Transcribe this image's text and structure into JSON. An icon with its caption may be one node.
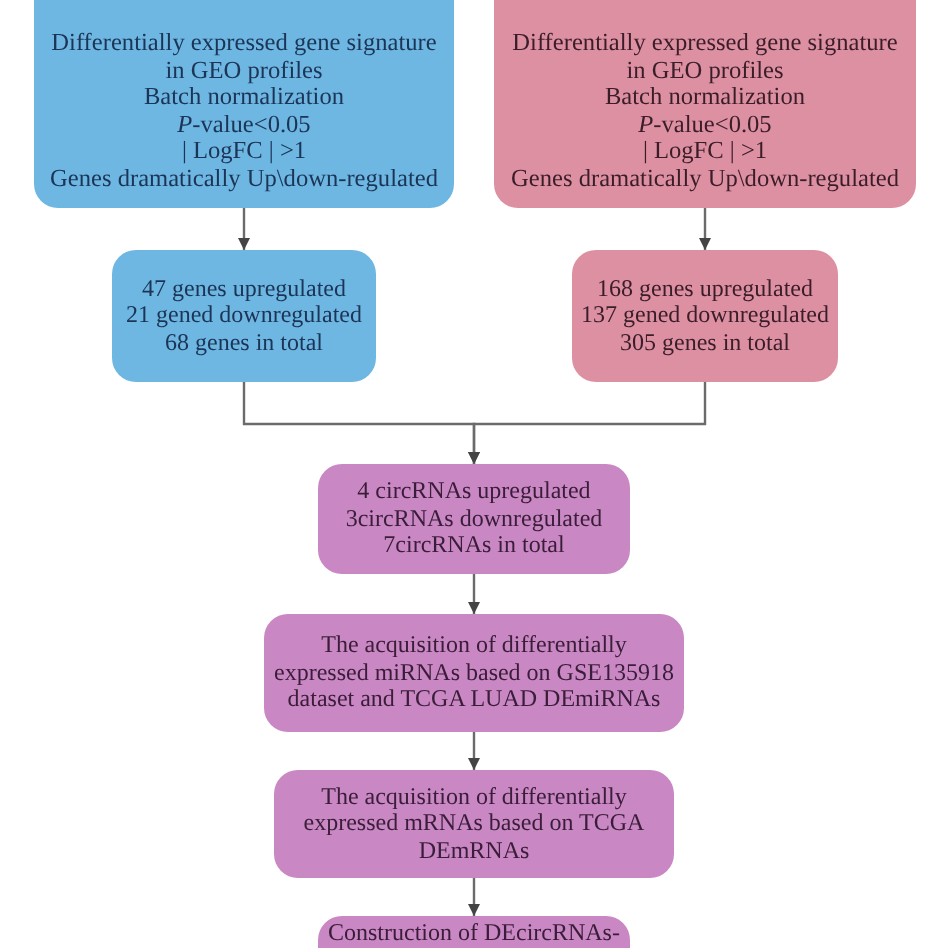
{
  "diagram": {
    "nodes": [
      {
        "text": [
          "Differentially expressed gene signature in GEO profiles",
          "Batch normalization",
          "*P*-value<0.05",
          "| LogFC | >1",
          "Genes dramatically Up\\down-regulated"
        ]
      },
      {
        "text": [
          "Differentially expressed gene signature in GEO profiles",
          "Batch normalization",
          "*P*-value<0.05",
          "| LogFC | >1",
          "Genes dramatically Up\\down-regulated"
        ]
      },
      {
        "text": [
          "47 genes upregulated",
          "21 gened downregulated",
          "68 genes in total"
        ]
      },
      {
        "text": [
          "168 genes upregulated",
          "137 gened downregulated",
          "305 genes in total"
        ]
      },
      {
        "text": [
          "4 circRNAs upregulated",
          "3circRNAs downregulated",
          "7circRNAs in total"
        ]
      },
      {
        "text": [
          "The acquisition of differentially expressed miRNAs based on GSE135918 dataset and TCGA LUAD DEmiRNAs"
        ]
      },
      {
        "text": [
          "The acquisition of differentially expressed mRNAs based on TCGA DEmRNAs"
        ]
      },
      {
        "text": [
          "Construction of DEcircRNAs-"
        ]
      }
    ],
    "edges": [
      {
        "from": 0,
        "to": 2,
        "arrow": "to"
      },
      {
        "from": 1,
        "to": 3,
        "arrow": "to"
      },
      {
        "from": 2,
        "to": 4,
        "arrow": "to"
      },
      {
        "from": 3,
        "to": 4,
        "arrow": "to"
      },
      {
        "from": 4,
        "to": 5,
        "arrow": "to"
      },
      {
        "from": 5,
        "to": 6,
        "arrow": "to"
      },
      {
        "from": 6,
        "to": 7,
        "arrow": "to"
      }
    ]
  }
}
